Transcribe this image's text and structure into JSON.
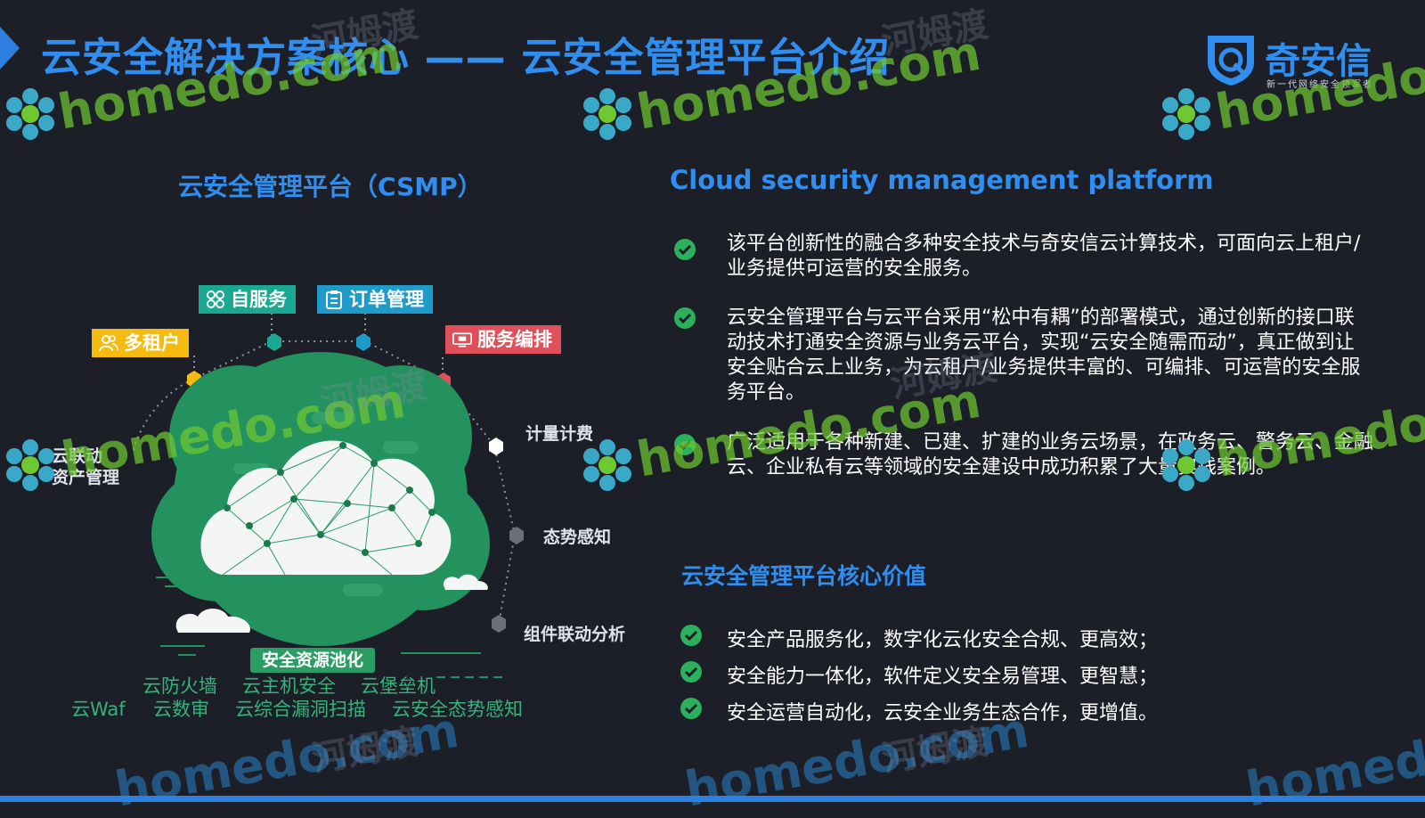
{
  "header": {
    "title": "云安全解决方案核心 —— 云安全管理平台介绍",
    "logo": {
      "name": "奇安信",
      "slogan": "新一代网络安全领军者"
    }
  },
  "left": {
    "title": "云安全管理平台（CSMP）",
    "tags": {
      "tenant": "多租户",
      "self_service": "自服务",
      "order": "订单管理",
      "orchestration": "服务编排"
    },
    "side_labels": {
      "asset": "云联动\n资产管理",
      "billing": "计量计费",
      "situation": "态势感知",
      "linkage": "组件联动分析"
    },
    "pool_label": "安全资源池化",
    "products_row1": [
      "云防火墙",
      "云主机安全",
      "云堡垒机"
    ],
    "products_row2": [
      "云Waf",
      "云数审",
      "云综合漏洞扫描",
      "云安全态势感知"
    ]
  },
  "right": {
    "title": "Cloud security management platform",
    "paragraphs": [
      "该平台创新性的融合多种安全技术与奇安信云计算技术，可面向云上租户/业务提供可运营的安全服务。",
      "云安全管理平台与云平台采用“松中有耦”的部署模式，通过创新的接口联动技术打通安全资源与业务云平台，实现“云安全随需而动”，真正做到让安全贴合云上业务，为云租户/业务提供丰富的、可编排、可运营的安全服务平台。",
      "广泛适用于各种新建、已建、扩建的业务云场景，在政务云、警务云、金融云、企业私有云等领域的安全建设中成功积累了大量实践案例。"
    ],
    "core_title": "云安全管理平台核心价值",
    "core_values": [
      "安全产品服务化，数字化云化安全合规、更高效；",
      "安全能力一体化，软件定义安全易管理、更智慧；",
      "安全运营自动化，云安全业务生态合作，更增值。"
    ]
  },
  "watermark": {
    "text": "homedo.com",
    "cn": "河姆渡"
  },
  "colors": {
    "background": "#1c1f27",
    "accent_blue": "#2f8ef0",
    "check_green": "#2bb05c",
    "cloud_green": "#24925e",
    "tag_yellow": "#f5bb10",
    "tag_teal": "#1aa893",
    "tag_blue": "#1e9bc8",
    "tag_red": "#e0505a"
  },
  "icons": [
    "shield-logo-icon",
    "user-group-icon",
    "grid-icon",
    "clipboard-icon",
    "monitor-icon",
    "check-circle-icon",
    "cloud-icon",
    "flower-icon"
  ]
}
